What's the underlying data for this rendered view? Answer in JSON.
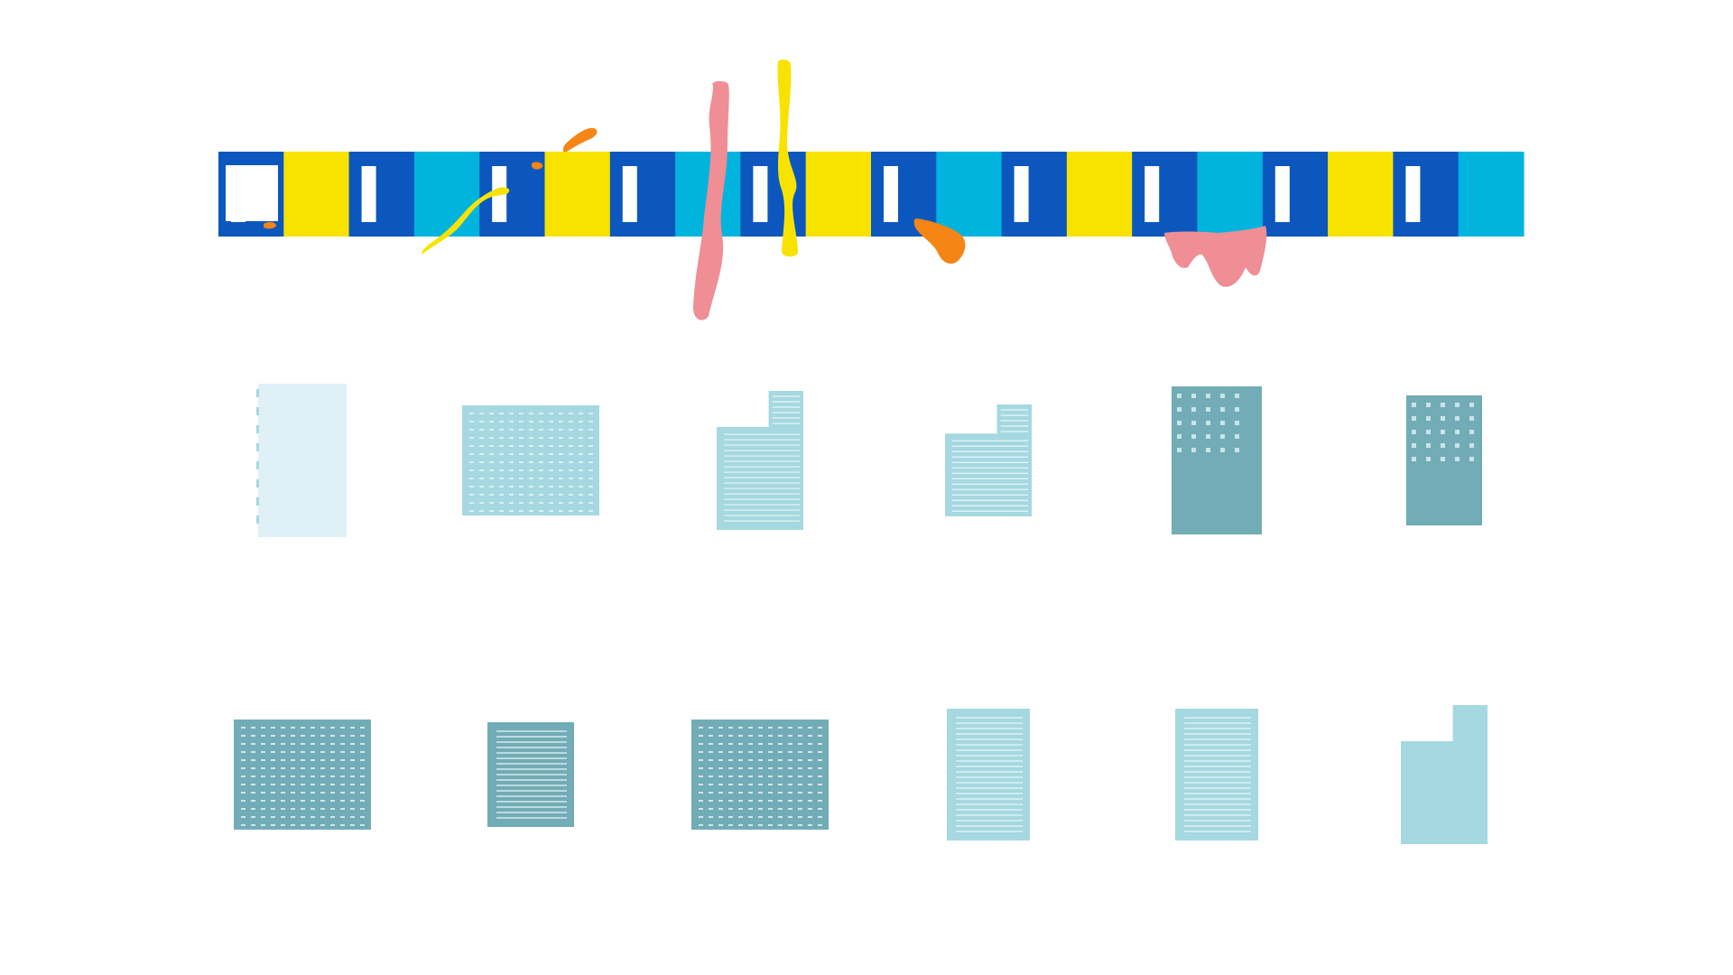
{
  "colors": {
    "background": "#ffffff",
    "strip_blue": "#0b57be",
    "strip_yellow": "#f8e300",
    "strip_cyan": "#00b4de",
    "strip_gap": "#ffffff",
    "splash_pink": "#ef8e95",
    "splash_yellow": "#f8e300",
    "splash_orange": "#f58514",
    "card_pale": "#dff1f6",
    "card_light": "#a5d8e1",
    "card_dark": "#72acb6",
    "card_line": "#e9f6f9"
  },
  "strip": {
    "segments": [
      "blue",
      "yellow",
      "blue",
      "cyan",
      "blue",
      "yellow",
      "blue",
      "cyan",
      "blue",
      "yellow",
      "blue",
      "cyan",
      "blue",
      "yellow",
      "blue",
      "cyan",
      "blue",
      "yellow",
      "blue",
      "cyan"
    ]
  },
  "cards": {
    "row1": [
      {
        "shape": "plain",
        "tone": "pale",
        "pattern": "ticks"
      },
      {
        "shape": "wide",
        "tone": "light",
        "pattern": "grid"
      },
      {
        "shape": "notched",
        "tone": "light",
        "pattern": "lines"
      },
      {
        "shape": "notched-small",
        "tone": "light",
        "pattern": "lines"
      },
      {
        "shape": "tall",
        "tone": "dark",
        "pattern": "dots"
      },
      {
        "shape": "tall",
        "tone": "dark",
        "pattern": "dots"
      }
    ],
    "row2": [
      {
        "shape": "wide",
        "tone": "dark",
        "pattern": "grid"
      },
      {
        "shape": "square",
        "tone": "dark",
        "pattern": "lines"
      },
      {
        "shape": "wide",
        "tone": "dark",
        "pattern": "grid"
      },
      {
        "shape": "tall",
        "tone": "light",
        "pattern": "lines"
      },
      {
        "shape": "tall",
        "tone": "light",
        "pattern": "lines"
      },
      {
        "shape": "notched",
        "tone": "light",
        "pattern": "none"
      }
    ]
  }
}
